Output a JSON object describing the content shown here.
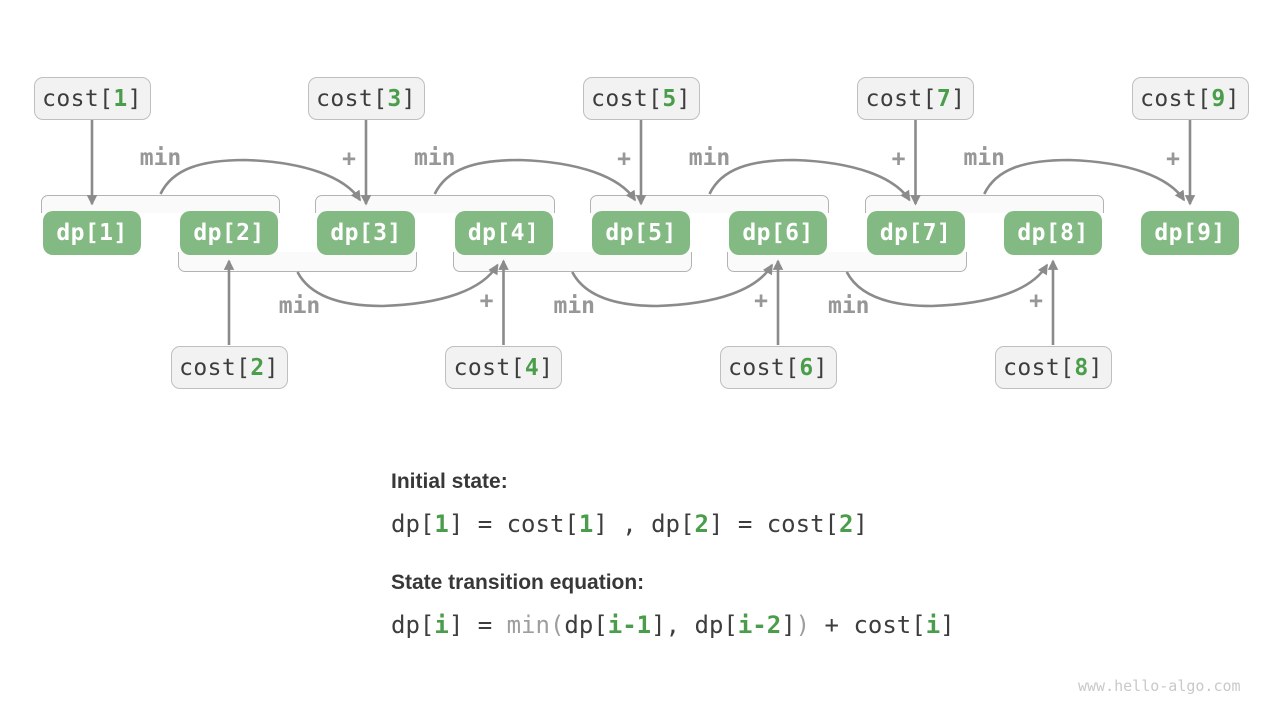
{
  "diagram": {
    "dp_nodes": [
      "dp[1]",
      "dp[2]",
      "dp[3]",
      "dp[4]",
      "dp[5]",
      "dp[6]",
      "dp[7]",
      "dp[8]",
      "dp[9]"
    ],
    "cost_top": [
      {
        "prefix": "cost[",
        "index": "1",
        "suffix": "]"
      },
      {
        "prefix": "cost[",
        "index": "3",
        "suffix": "]"
      },
      {
        "prefix": "cost[",
        "index": "5",
        "suffix": "]"
      },
      {
        "prefix": "cost[",
        "index": "7",
        "suffix": "]"
      },
      {
        "prefix": "cost[",
        "index": "9",
        "suffix": "]"
      }
    ],
    "cost_bottom": [
      {
        "prefix": "cost[",
        "index": "2",
        "suffix": "]"
      },
      {
        "prefix": "cost[",
        "index": "4",
        "suffix": "]"
      },
      {
        "prefix": "cost[",
        "index": "6",
        "suffix": "]"
      },
      {
        "prefix": "cost[",
        "index": "8",
        "suffix": "]"
      }
    ],
    "min_label": "min",
    "plus_label": "+",
    "top_transitions": [
      {
        "from": [
          1,
          2
        ],
        "to": 3
      },
      {
        "from": [
          3,
          4
        ],
        "to": 5
      },
      {
        "from": [
          5,
          6
        ],
        "to": 7
      },
      {
        "from": [
          7,
          8
        ],
        "to": 9
      }
    ],
    "bottom_transitions": [
      {
        "from": [
          2,
          3
        ],
        "to": 4
      },
      {
        "from": [
          4,
          5
        ],
        "to": 6
      },
      {
        "from": [
          6,
          7
        ],
        "to": 8
      }
    ]
  },
  "notes": {
    "initial_title": "Initial state:",
    "initial_tokens": [
      [
        "dp[",
        "d"
      ],
      [
        "1",
        "g"
      ],
      [
        "] = cost[",
        "d"
      ],
      [
        "1",
        "g"
      ],
      [
        "] , dp[",
        "d"
      ],
      [
        "2",
        "g"
      ],
      [
        "] = cost[",
        "d"
      ],
      [
        "2",
        "g"
      ],
      [
        "]",
        "d"
      ]
    ],
    "transition_title": "State transition equation:",
    "transition_tokens": [
      [
        "dp[",
        "d"
      ],
      [
        "i",
        "g"
      ],
      [
        "] = ",
        "d"
      ],
      [
        "min",
        "y"
      ],
      [
        "(",
        "y"
      ],
      [
        "dp[",
        "d"
      ],
      [
        "i-1",
        "g"
      ],
      [
        "], dp[",
        "d"
      ],
      [
        "i-2",
        "g"
      ],
      [
        "]",
        "d"
      ],
      [
        ")",
        "y"
      ],
      [
        " + cost[",
        "d"
      ],
      [
        "i",
        "g"
      ],
      [
        "]",
        "d"
      ]
    ]
  },
  "watermark": "www.hello-algo.com",
  "colors": {
    "dp_fill": "#83ba83",
    "digit_green": "#4a9d4a",
    "arrow_gray": "#8b8b8b",
    "label_gray": "#979797",
    "cost_fill": "#f2f2f2",
    "cost_border": "#bfbfbf",
    "bracket_border": "#b3b3b3",
    "text_dark": "#3d3d3d"
  }
}
